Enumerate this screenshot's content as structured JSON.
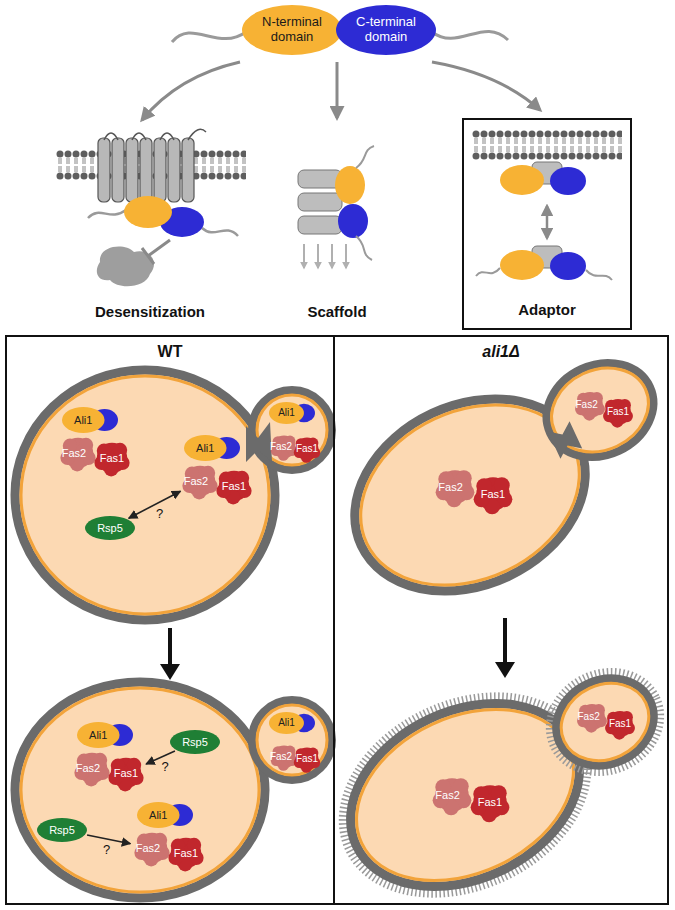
{
  "diagram": {
    "nodes": [
      {
        "text": [
          "N-terminal domain"
        ]
      },
      {
        "text": [
          "C-terminal domain"
        ]
      },
      {
        "text": [
          "Adaptor"
        ]
      },
      {
        "text": [
          "WT"
        ]
      },
      {
        "text": [
          "Ali1"
        ],
        "in": 3
      },
      {
        "text": [
          "Fas2"
        ],
        "in": 3
      },
      {
        "text": [
          "Fas1"
        ],
        "in": 3
      },
      {
        "text": [
          "Rsp5"
        ],
        "in": 3
      },
      {
        "text": [
          "Ali1"
        ],
        "in": 3
      },
      {
        "text": [
          "Fas2"
        ],
        "in": 3
      },
      {
        "text": [
          "Fas1"
        ],
        "in": 3
      },
      {
        "text": [
          "Ali1"
        ],
        "in": 3
      },
      {
        "text": [
          "Fas2"
        ],
        "in": 3
      },
      {
        "text": [
          "Fas1"
        ],
        "in": 3
      },
      {
        "text": [
          "Ali1"
        ],
        "in": 3
      },
      {
        "text": [
          "Fas2"
        ],
        "in": 3
      },
      {
        "text": [
          "Fas1"
        ],
        "in": 3
      },
      {
        "text": [
          "Rsp5"
        ],
        "in": 3
      },
      {
        "text": [
          "Rsp5"
        ],
        "in": 3
      },
      {
        "text": [
          "Ali1"
        ],
        "in": 3
      },
      {
        "text": [
          "Fas2"
        ],
        "in": 3
      },
      {
        "text": [
          "Fas1"
        ],
        "in": 3
      },
      {
        "text": [
          "Ali1"
        ],
        "in": 3
      },
      {
        "text": [
          "Fas2"
        ],
        "in": 3
      },
      {
        "text": [
          "Fas1"
        ],
        "in": 3
      },
      {
        "text": [
          "ali1Δ"
        ]
      },
      {
        "text": [
          "Fas2"
        ],
        "in": 25
      },
      {
        "text": [
          "Fas1"
        ],
        "in": 25
      },
      {
        "text": [
          "Fas2"
        ],
        "in": 25
      },
      {
        "text": [
          "Fas1"
        ],
        "in": 25
      },
      {
        "text": [
          "Fas2"
        ],
        "in": 25
      },
      {
        "text": [
          "Fas1"
        ],
        "in": 25
      },
      {
        "text": [
          "Fas2"
        ],
        "in": 25
      },
      {
        "text": [
          "Fas1"
        ],
        "in": 25
      }
    ],
    "edges": [
      {
        "from": 7,
        "to": 9,
        "arrow": "both",
        "label": "?"
      },
      {
        "from": 17,
        "to": 16,
        "arrow": "to",
        "label": "?"
      },
      {
        "from": 18,
        "to": 20,
        "arrow": "to",
        "label": "?"
      }
    ],
    "labels": [
      "Desensitization",
      "Scaffold"
    ]
  }
}
